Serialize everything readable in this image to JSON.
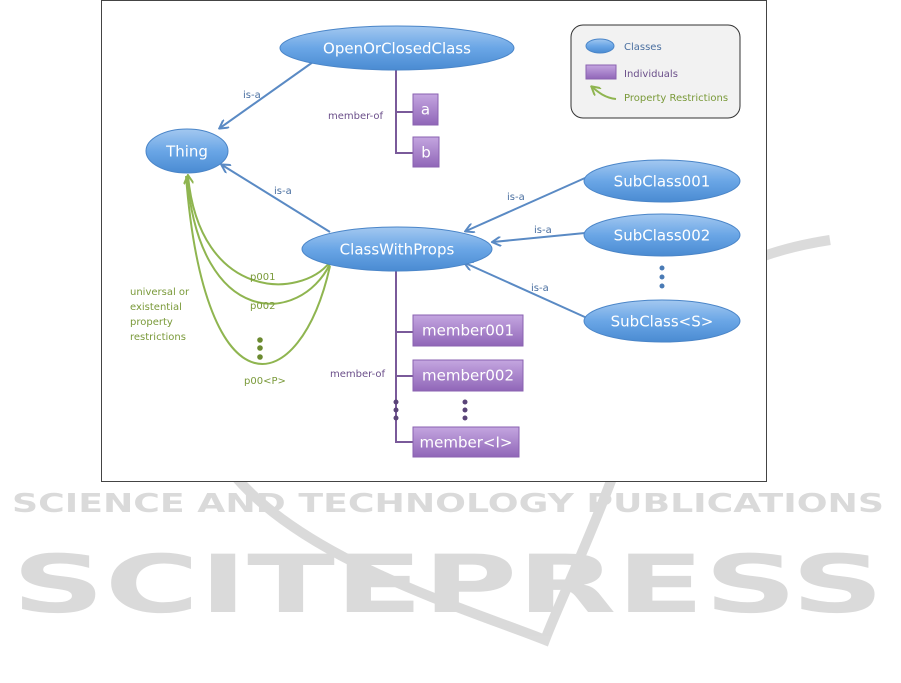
{
  "legend": {
    "classes": "Classes",
    "individuals": "Individuals",
    "property_restrictions": "Property Restrictions"
  },
  "classes": {
    "open_or_closed": "OpenOrClosedClass",
    "thing": "Thing",
    "class_with_props": "ClassWithProps",
    "subclass001": "SubClass001",
    "subclass002": "SubClass002",
    "subclass_s": "SubClass<S>"
  },
  "individuals": {
    "a": "a",
    "b": "b",
    "member001": "member001",
    "member002": "member002",
    "member_i": "member<I>"
  },
  "edge_labels": {
    "isa_open": "is-a",
    "isa_cwp": "is-a",
    "isa_sub1": "is-a",
    "isa_sub2": "is-a",
    "isa_subs": "is-a",
    "member_of_open": "member-of",
    "member_of_cwp": "member-of",
    "p001": "p001",
    "p002": "p002",
    "p00p": "p00<P>"
  },
  "restrictions_note": [
    "universal or",
    "existential",
    "property",
    "restrictions"
  ],
  "watermark": {
    "title": "SCITEPRESS",
    "subtitle": "SCIENCE AND TECHNOLOGY PUBLICATIONS"
  },
  "colors": {
    "class_fill": "#5b9bd5",
    "individual_fill": "#9b72c2",
    "isa_edge": "#5a8ac4",
    "member_edge": "#7a5a9a",
    "restriction_edge": "#8fb550"
  }
}
